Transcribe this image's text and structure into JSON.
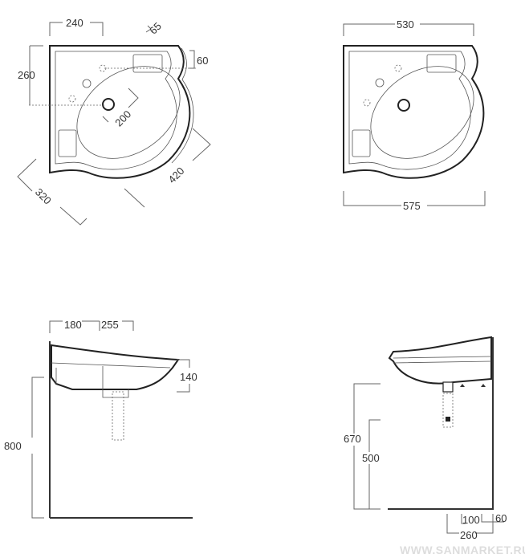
{
  "plan_view_dimensioned": {
    "dims": {
      "d240": "240",
      "d65": "65",
      "d60": "60",
      "d260": "260",
      "d200": "200",
      "d420": "420",
      "d320": "320"
    }
  },
  "plan_view_overall": {
    "dims": {
      "d530": "530",
      "d575": "575"
    }
  },
  "side_view_left": {
    "dims": {
      "d180": "180",
      "d255": "255",
      "d140": "140",
      "d800": "800"
    }
  },
  "side_view_right": {
    "dims": {
      "d670": "670",
      "d500": "500",
      "d100": "100",
      "d60": "60",
      "d260": "260"
    }
  },
  "watermark": "WWW.SANMARKET.RU"
}
